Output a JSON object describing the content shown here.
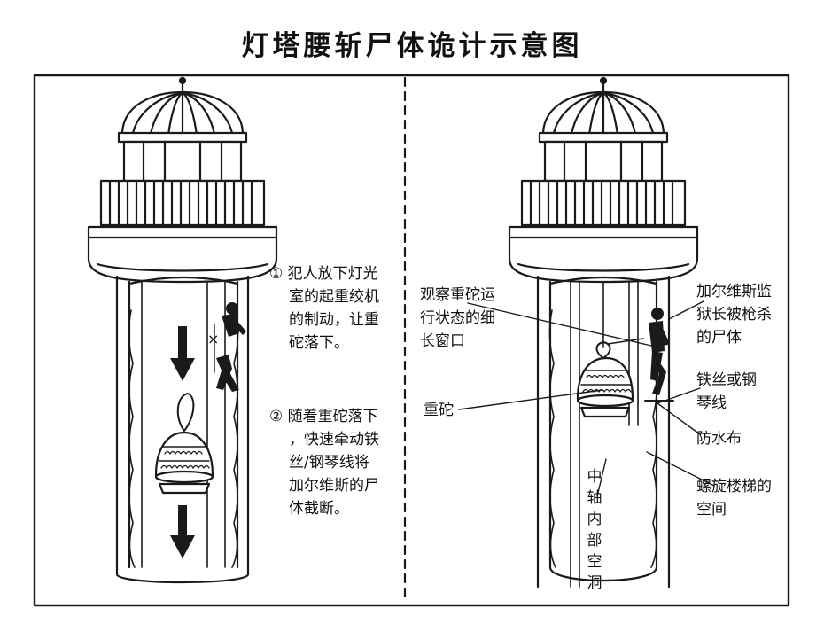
{
  "title": "灯塔腰斩尸体诡计示意图",
  "left": {
    "step1": [
      "①  犯人放下灯光",
      "室的起重绞机",
      "的制动，让重",
      "砣落下。"
    ],
    "step2": [
      "②  随着重砣落下",
      "，快速牵动铁",
      "丝/钢琴线将",
      "加尔维斯的尸",
      "体截断。"
    ]
  },
  "right": {
    "window_label": [
      "观察重砣运",
      "行状态的细",
      "长窗口"
    ],
    "weight_label": "重砣",
    "body_label": [
      "加尔维斯监",
      "狱长被枪杀",
      "的尸体"
    ],
    "wire_label": [
      "铁丝或钢",
      "琴线"
    ],
    "tarp_label": "防水布",
    "stair_label": [
      "螺旋楼梯的",
      "空间"
    ],
    "axis_label": [
      "中",
      "轴",
      "内",
      "部",
      "空",
      "洞"
    ]
  },
  "colors": {
    "line": "#1a1a1a",
    "paper": "#ffffff"
  }
}
